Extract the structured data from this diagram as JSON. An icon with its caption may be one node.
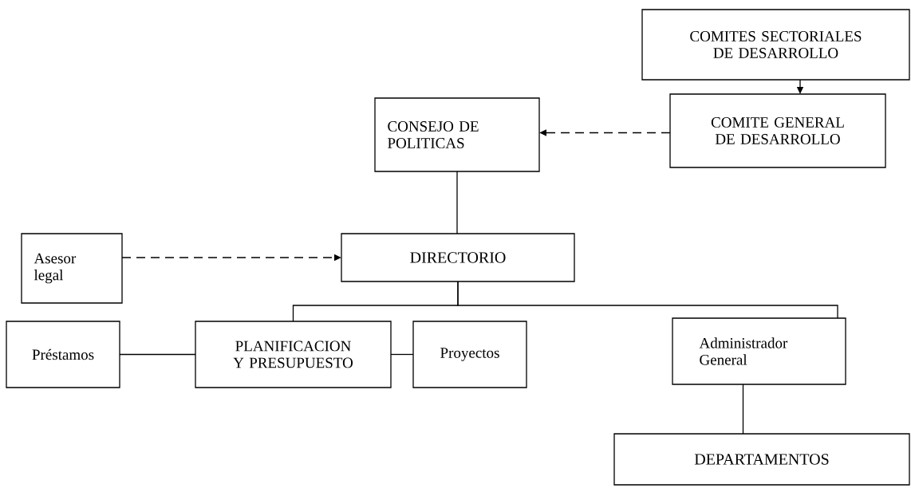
{
  "diagram": {
    "nodes": [
      {
        "text": [
          "COMITES SECTORIALES DE DESARROLLO"
        ]
      },
      {
        "text": [
          "COMITE GENERAL DE DESARROLLO"
        ]
      },
      {
        "text": [
          "CONSEJO DE POLITICAS"
        ]
      },
      {
        "text": [
          "DIRECTORIO"
        ]
      },
      {
        "text": [
          "Asesor legal"
        ]
      },
      {
        "text": [
          "Préstamos"
        ]
      },
      {
        "text": [
          "PLANIFICACION Y PRESUPUESTO"
        ]
      },
      {
        "text": [
          "Proyectos"
        ]
      },
      {
        "text": [
          "Administrador General"
        ]
      },
      {
        "text": [
          "DEPARTAMENTOS"
        ]
      }
    ],
    "edges": [
      {
        "from": 0,
        "to": 1,
        "arrow": "to"
      },
      {
        "from": 1,
        "to": 2,
        "arrow": "to",
        "style": "dashed"
      },
      {
        "from": 2,
        "to": 3,
        "arrow": "none"
      },
      {
        "from": 4,
        "to": 3,
        "arrow": "to",
        "style": "dashed"
      },
      {
        "from": 3,
        "to": 6,
        "arrow": "none"
      },
      {
        "from": 3,
        "to": 8,
        "arrow": "none"
      },
      {
        "from": 5,
        "to": 6,
        "arrow": "none"
      },
      {
        "from": 6,
        "to": 7,
        "arrow": "none"
      },
      {
        "from": 8,
        "to": 9,
        "arrow": "none"
      }
    ]
  }
}
